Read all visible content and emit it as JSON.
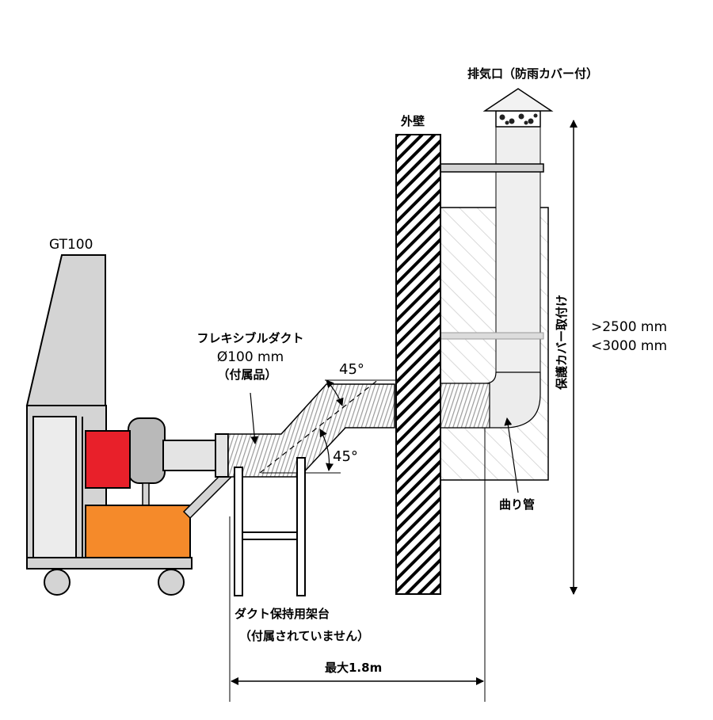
{
  "machine": {
    "model": "GT100"
  },
  "duct": {
    "name": "フレキシブルダクト",
    "diameter": "Ø100 mm",
    "note": "（付属品）",
    "angle_upper": "45°",
    "angle_lower": "45°"
  },
  "wall": {
    "label": "外壁"
  },
  "exhaust": {
    "label": "排気口（防雨カバー付）"
  },
  "cover": {
    "label": "保護カバー取付け"
  },
  "height": {
    "min": ">2500 mm",
    "max": "<3000 mm"
  },
  "elbow": {
    "label": "曲り管"
  },
  "stand": {
    "label": "ダクト保持用架台",
    "note": "（付属されていません）"
  },
  "distance": {
    "label": "最大1.8m"
  },
  "colors": {
    "motor_red": "#e8202a",
    "tank_orange": "#f58a2a",
    "motor_gray": "#b9b9b9",
    "frame_gray": "#d4d4d4",
    "outline": "#000000"
  }
}
